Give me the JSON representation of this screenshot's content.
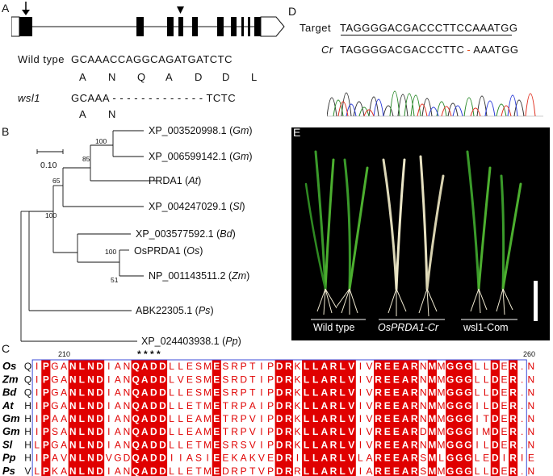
{
  "panels": {
    "A": "A",
    "B": "B",
    "C": "C",
    "D": "D",
    "E": "E"
  },
  "panelA": {
    "wt_label": "Wild type",
    "wt_seq": "GCAAACCAGGCAGATGATCTC",
    "wt_aa": [
      "A",
      "N",
      "Q",
      "A",
      "D",
      "D",
      "L"
    ],
    "mut_label": "wsl1",
    "mut_seq_start": "GCAAA",
    "mut_seq_gap": "- - - - - - - - - - - - -",
    "mut_seq_end": "TCTC",
    "mut_aa": [
      "A",
      "N"
    ]
  },
  "panelD": {
    "target_label": "Target",
    "target_seq": "TAGGGGACGACCCTTCCAAATGG",
    "cr_label": "Cr",
    "cr_seq_start": "TAGGGGACGACCCTTC",
    "cr_gap": "-",
    "cr_seq_end": "AAATGG"
  },
  "panelB": {
    "scale": "0.10",
    "taxa": [
      {
        "id": "XP_003520998.1",
        "sp": "Gm"
      },
      {
        "id": "XP_006599142.1",
        "sp": "Gm"
      },
      {
        "id": "PRDA1",
        "sp": "At"
      },
      {
        "id": "XP_004247029.1",
        "sp": "Sl"
      },
      {
        "id": "XP_003577592.1",
        "sp": "Bd"
      },
      {
        "id": "OsPRDA1",
        "sp": "Os"
      },
      {
        "id": "NP_001143511.2",
        "sp": "Zm"
      },
      {
        "id": "ABK22305.1",
        "sp": "Ps"
      },
      {
        "id": "XP_024403938.1",
        "sp": "Pp"
      }
    ],
    "bootstraps": [
      "100",
      "85",
      "65",
      "100",
      "100",
      "51"
    ]
  },
  "panelE": {
    "labels": [
      "Wild type",
      "OsPRDA1-Cr",
      "wsl1-Com"
    ]
  },
  "panelC": {
    "pos_start": "210",
    "pos_end": "260",
    "stars": "* * * *",
    "species": [
      "Os",
      "Zm",
      "Bd",
      "At",
      "Gm",
      "Gm",
      "Sl",
      "Pp",
      "Ps"
    ],
    "sequences": [
      "QIPGANLNDIANQADDLLESMESRPTIPDRKLLARLVIVREEARNMMGGGLLDER.N",
      "QIPGANLNDIANQADDLVESMESRDTIPDRKLLARLVIVREEARNMMGGGLLDER.N",
      "QIPGANLNDIANQADDLLESMESRPTIPDRKLLARLVIVREEARNMMGGGLLDER.N",
      "HIPGANLNDIANQADDLLETMETRPAIPDRKLLARLVIVREEARNMMGGGILDER.N",
      "HIPAANLNDIANQADDLLEAMETRPVIPDRKLLARLVIVREEARNMMGGGITDER.N",
      "HIPSANLNDIANQADDLLEAMETRPVIPDRKLLARLVIVREEARDMMGGGIMDER.N",
      "HLPGANLNDIANQADDLLETMESRSVIPDRKLLARLVIVREEARNMMGGGILDER.N",
      "HIPAVNLNDVGDQADDIIASIEEKAKVEDRILLARLVLAREEARSMLGGGLEDIRIE",
      "VLPKANLNDIANQADDLLETMEDRPTVPDRRLLARLVIAREEARSMMGGGLLDER.N"
    ],
    "colors": {
      "identical": "#e00000",
      "similar_text": "#e00000",
      "box": "#3b4bd8"
    }
  }
}
